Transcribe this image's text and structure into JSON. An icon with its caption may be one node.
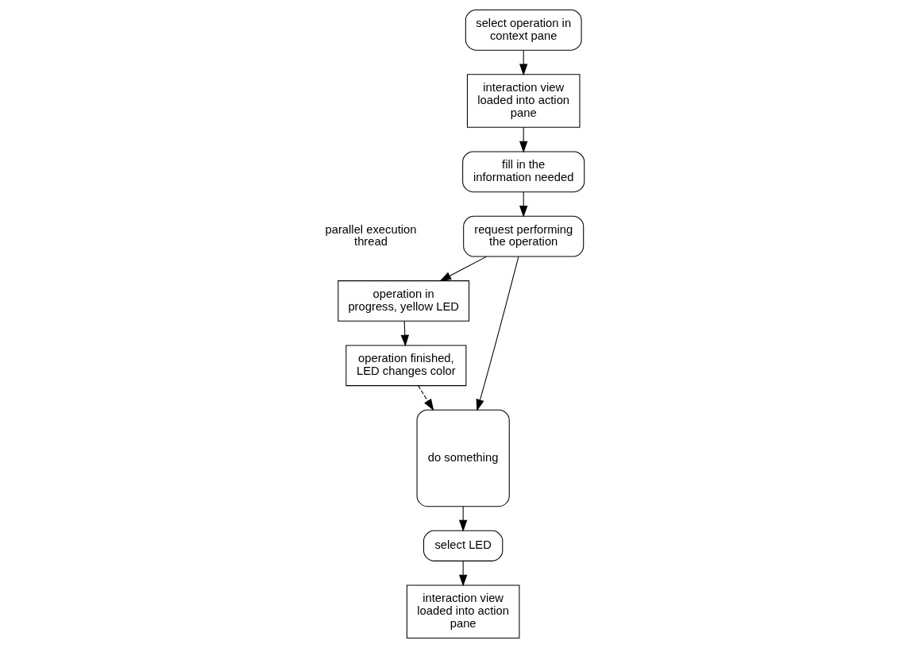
{
  "diagram": {
    "nodes": [
      {
        "text": [
          "select operation in context pane"
        ]
      },
      {
        "text": [
          "interaction view loaded into action pane"
        ]
      },
      {
        "text": [
          "fill in the information needed"
        ]
      },
      {
        "text": [
          "request performing the operation"
        ]
      },
      {
        "text": [
          "operation in progress, yellow LED"
        ]
      },
      {
        "text": [
          "operation finished, LED changes color"
        ]
      },
      {
        "text": [
          "do something"
        ]
      },
      {
        "text": [
          "select LED"
        ]
      },
      {
        "text": [
          "interaction view loaded into action pane"
        ]
      }
    ],
    "edges": [
      {
        "from": 0,
        "to": 1,
        "arrow": "to"
      },
      {
        "from": 1,
        "to": 2,
        "arrow": "to"
      },
      {
        "from": 2,
        "to": 3,
        "arrow": "to"
      },
      {
        "from": 3,
        "to": 4,
        "arrow": "to"
      },
      {
        "from": 3,
        "to": 6,
        "arrow": "to"
      },
      {
        "from": 4,
        "to": 5,
        "arrow": "to"
      },
      {
        "from": 5,
        "to": 6,
        "arrow": "to",
        "style": "dashed"
      },
      {
        "from": 6,
        "to": 7,
        "arrow": "to"
      },
      {
        "from": 7,
        "to": 8,
        "arrow": "to"
      }
    ],
    "labels": [
      "parallel execution thread"
    ]
  }
}
